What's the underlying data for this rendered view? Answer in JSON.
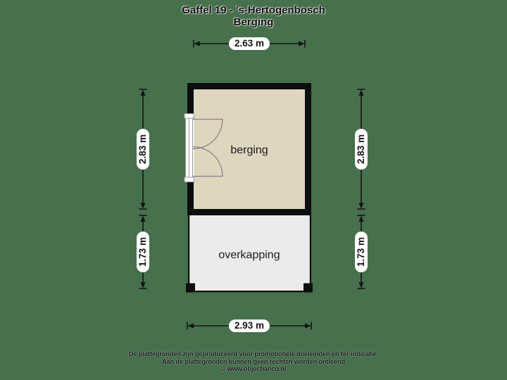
{
  "colors": {
    "background": "#47704d",
    "wall": "#0d0d0d",
    "berging_fill": "#ded6bf",
    "overkapping_fill": "#ebebeb",
    "dim_label_bg": "#ffffff",
    "dim_line": "#151515",
    "door_line": "#8c8c8c",
    "text": "#141414"
  },
  "title": {
    "line1": "Gaffel 19 - 's-Hertogenbosch",
    "line2": "Berging"
  },
  "rooms": {
    "berging": {
      "label": "berging"
    },
    "overkapping": {
      "label": "overkapping"
    }
  },
  "dimensions": {
    "top_width": "2.63 m",
    "bottom_width": "2.93 m",
    "left_upper_height": "2.83 m",
    "left_lower_height": "1.73 m",
    "right_upper_height": "2.83 m",
    "right_lower_height": "1.73 m"
  },
  "footer": {
    "line1": "De plattegronden zijn geproduceerd voor promotionele doeleinden en ter indicatie.",
    "line2": "Aan de plattegronden kunnen geen rechten worden ontleend",
    "line3": "© www.objectianco.nl"
  }
}
